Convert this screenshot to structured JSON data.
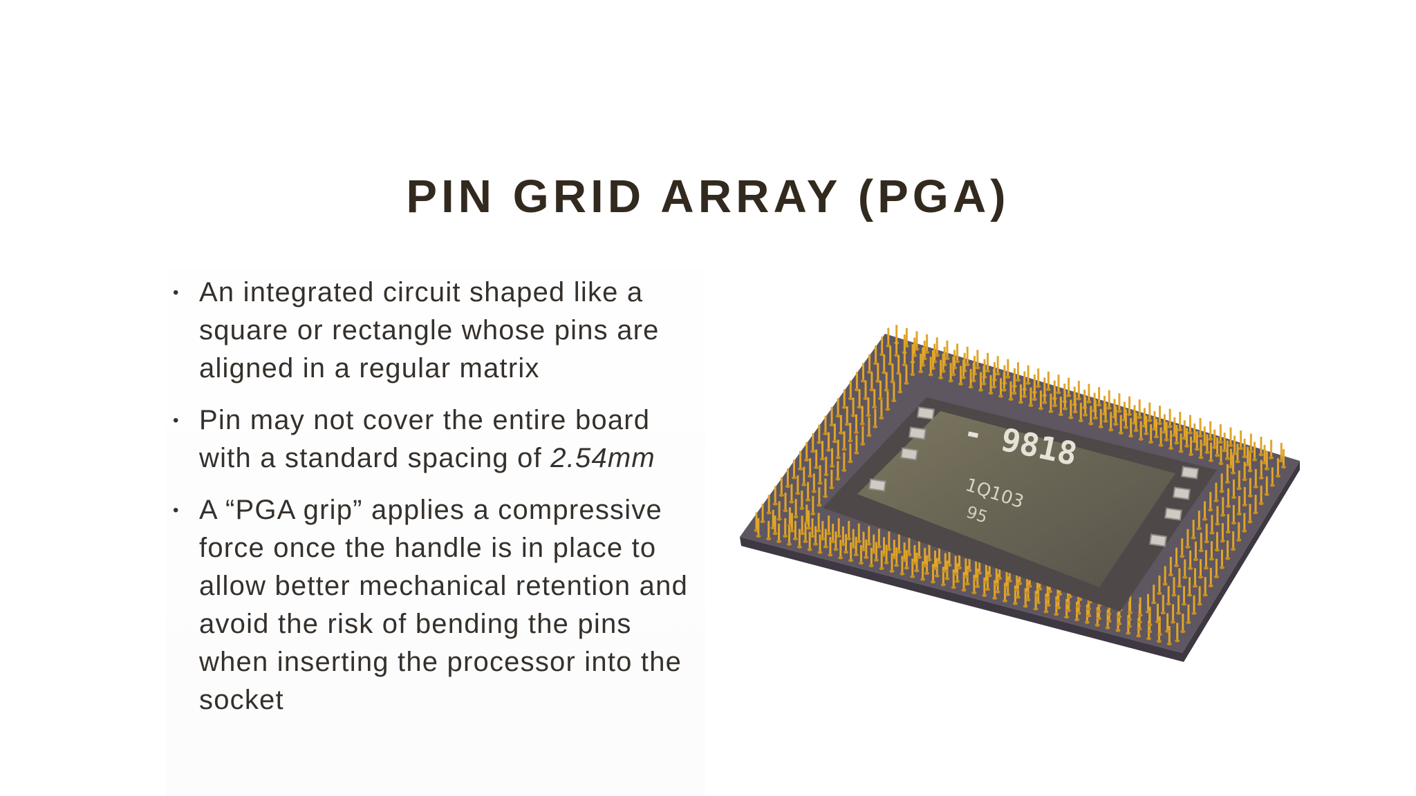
{
  "slide": {
    "title": "PIN GRID ARRAY (PGA)",
    "bullets": [
      {
        "text": "An integrated circuit shaped like a square or rectangle whose pins are aligned in a regular matrix"
      },
      {
        "text": "Pin may not cover the entire board with a standard spacing of ",
        "italic_text": "2.54mm"
      },
      {
        "text": "A “PGA grip” applies a compressive force once the handle is in place to allow better mechanical retention and avoid the risk of bending the pins when inserting the processor into the socket"
      }
    ],
    "image": {
      "chip_marking_line1": "- 9818",
      "chip_marking_line2": "1Q103",
      "chip_marking_line3": "95"
    },
    "colors": {
      "title": "#32291f",
      "text": "#35302b",
      "pins": "#e0a52a",
      "substrate": "#5e5660",
      "die": "#6b6656"
    }
  }
}
